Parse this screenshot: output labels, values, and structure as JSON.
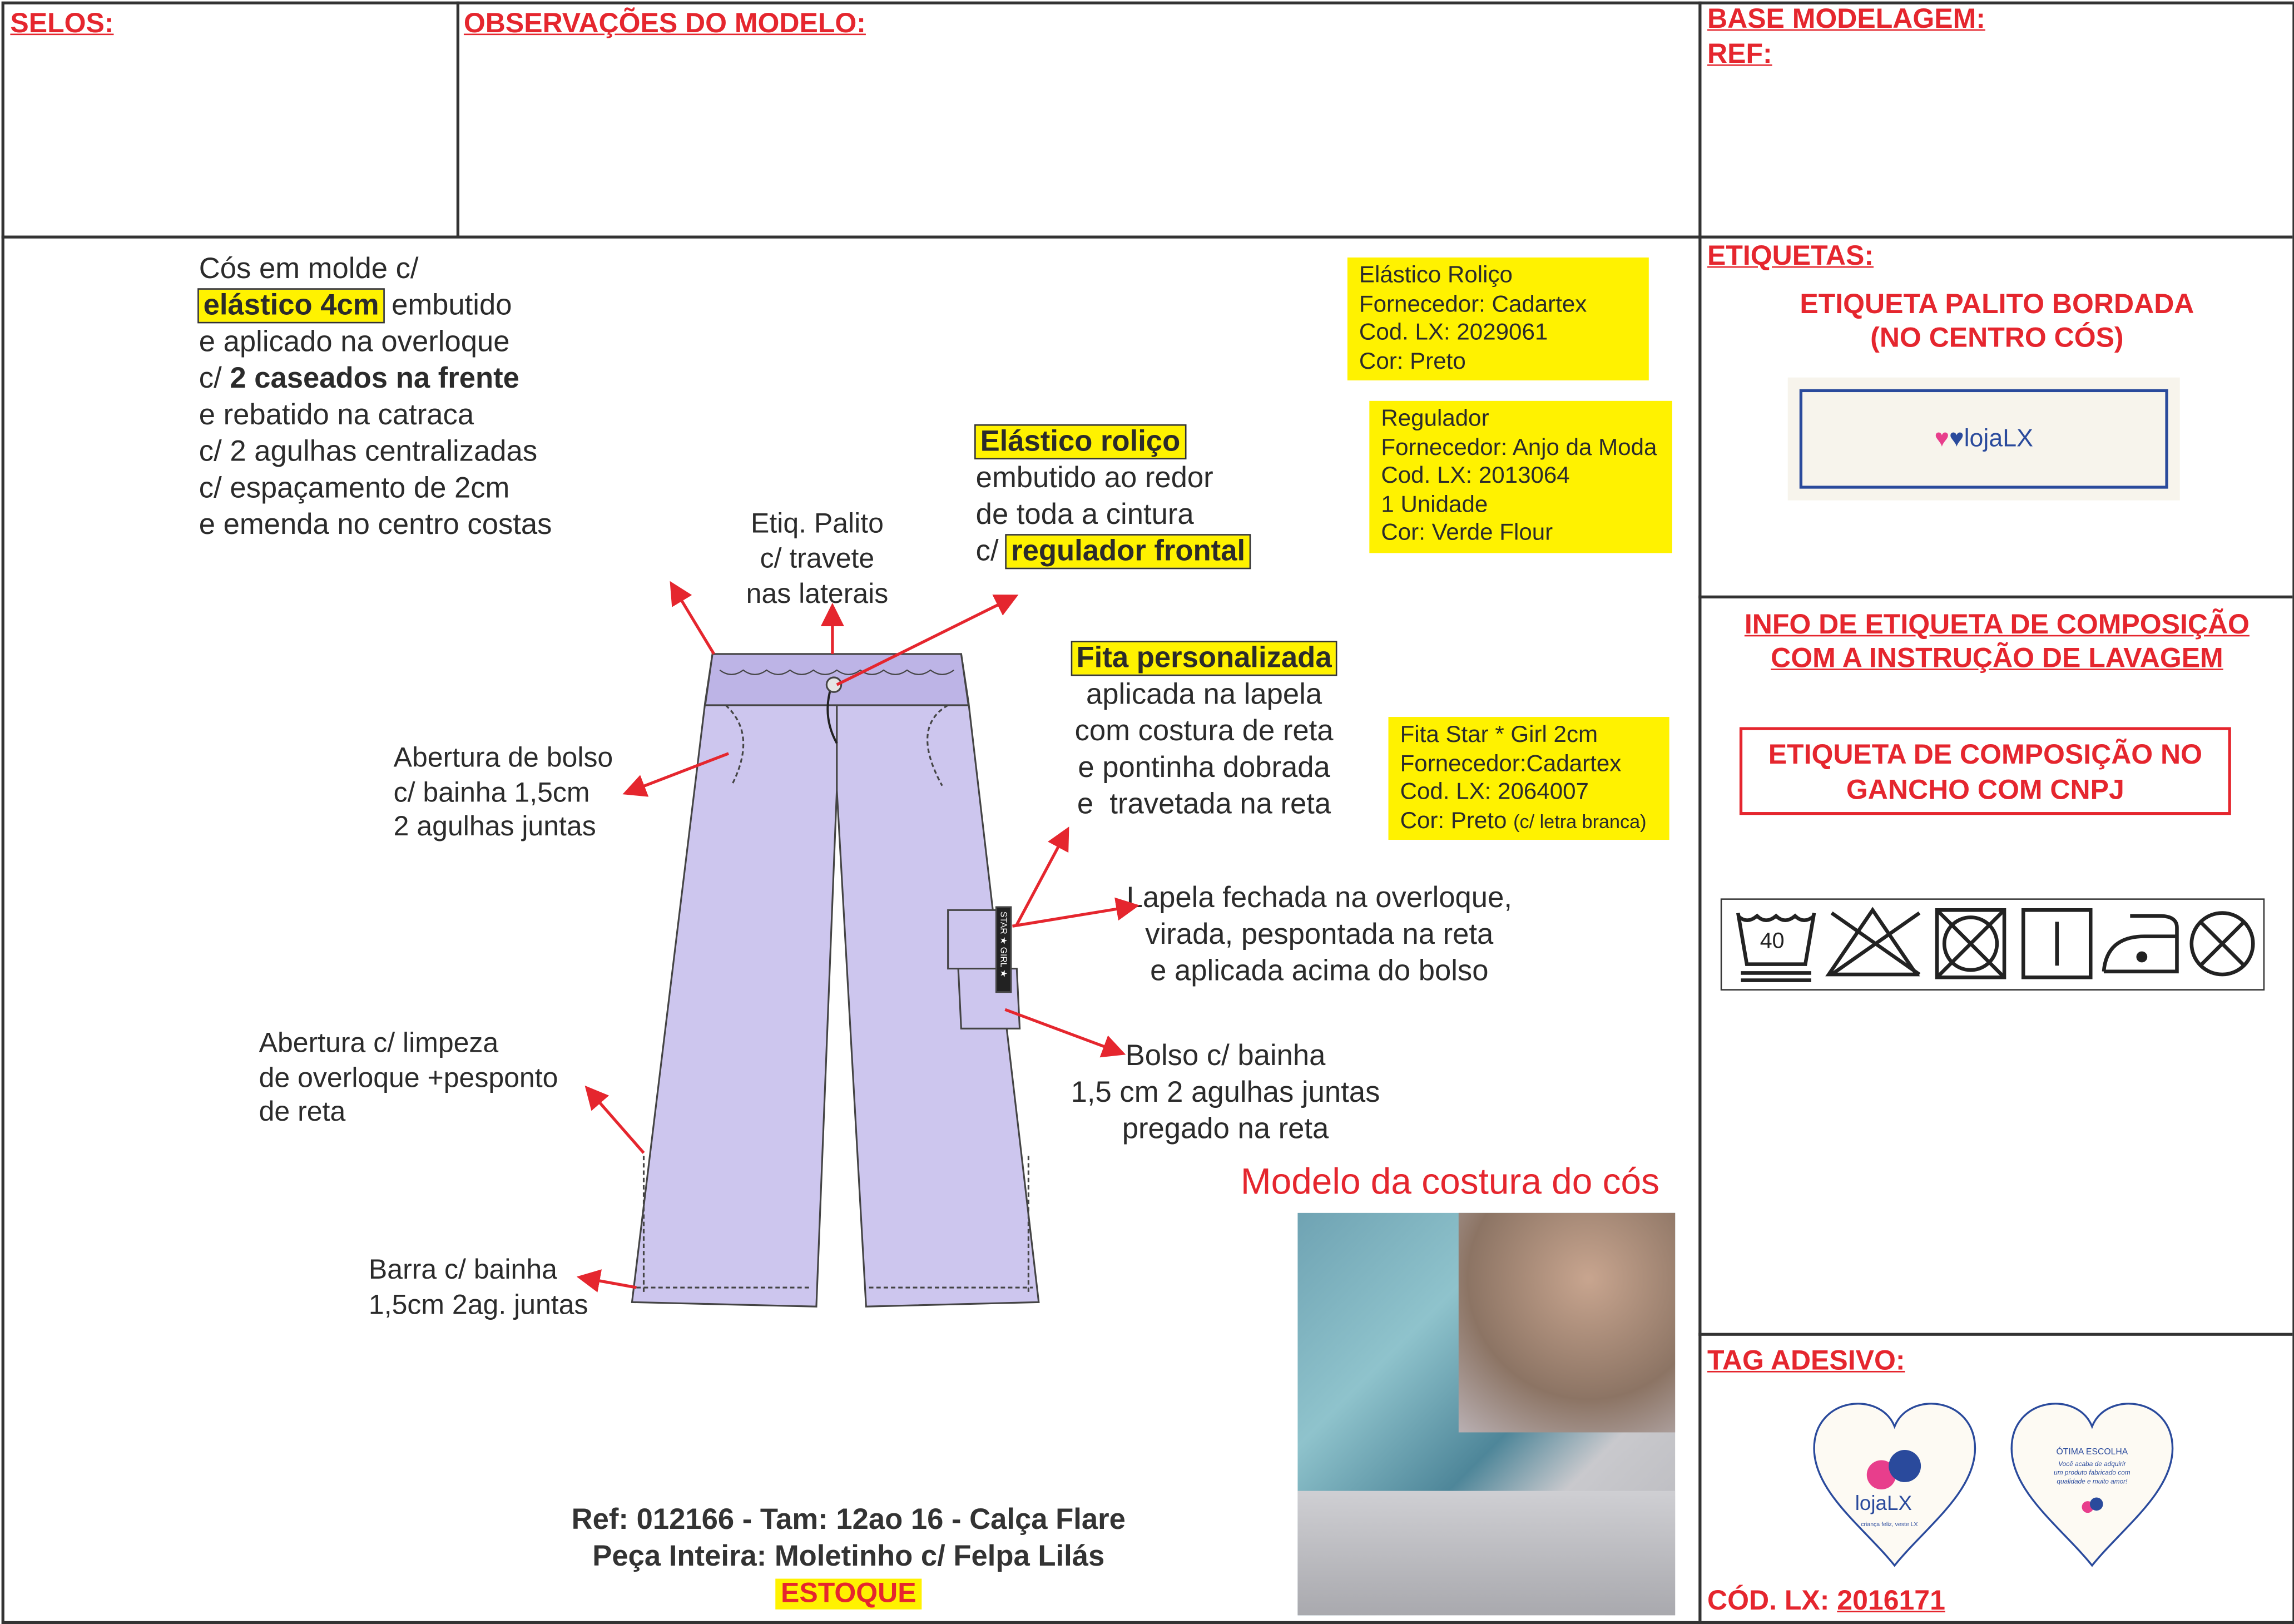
{
  "header": {
    "selos": "SELOS:",
    "observacoes": "OBSERVAÇÕES DO MODELO:",
    "base_modelagem": "BASE MODELAGEM:",
    "ref": "REF:"
  },
  "notes": {
    "cos": {
      "l1": "Cós em molde c/",
      "l2_hl": "elástico 4cm",
      "l2_rest": " embutido",
      "l3": "e aplicado na overloque",
      "l4_pre": "c/ ",
      "l4_bold": "2 caseados na frente",
      "l5": "e rebatido na catraca",
      "l6": "c/ 2 agulhas centralizadas",
      "l7": "c/ espaçamento de 2cm",
      "l8": "e emenda no centro costas"
    },
    "etiq_palito": "Etiq. Palito\nc/ travete\nnas laterais",
    "elastico": {
      "hl": "Elástico roliço",
      "l2": "embutido ao redor",
      "l3": "de toda a cintura",
      "l4_pre": "c/ ",
      "l4_hl": "regulador frontal"
    },
    "fita": {
      "hl": "Fita personalizada",
      "rest": "aplicada na lapela\ncom costura de reta\ne pontinha dobrada\ne  travetada na reta"
    },
    "abertura_bolso": "Abertura de bolso\nc/ bainha 1,5cm\n2 agulhas juntas",
    "lapela": "Lapela fechada na overloque,\nvirada, pespontada na reta\ne aplicada acima do bolso",
    "abertura_limpeza": "Abertura c/ limpeza\nde overloque +pesponto\nde reta",
    "bolso": "Bolso c/ bainha\n1,5 cm 2 agulhas juntas\npregado na reta",
    "barra": "Barra c/ bainha\n1,5cm 2ag. juntas"
  },
  "suppliers": {
    "elastico": "Elástico Roliço\nFornecedor: Cadartex\nCod. LX: 2029061\nCor: Preto",
    "regulador": "Regulador\nFornecedor: Anjo da Moda\nCod. LX: 2013064\n1 Unidade\nCor: Verde Flour",
    "fita": "Fita Star * Girl 2cm\nFornecedor:Cadartex\nCod. LX: 2064007\nCor: Preto ",
    "fita_small": "(c/ letra branca)"
  },
  "pocket_tape": "STAR ★ GIRL ★",
  "model_title": "Modelo da costura do cós",
  "footer": {
    "l1": "Ref: 012166 - Tam: 12ao 16 - Calça Flare",
    "l2": "Peça Inteira: Moletinho c/ Felpa Lilás",
    "badge": "ESTOQUE"
  },
  "right": {
    "etiquetas": "ETIQUETAS:",
    "etiqueta_palito": "ETIQUETA PALITO BORDADA\n(NO CENTRO CÓS)",
    "logo": "lojaLX",
    "info_comp": "INFO DE ETIQUETA DE COMPOSIÇÃO\nCOM A INSTRUÇÃO DE LAVAGEM",
    "comp_box": "ETIQUETA DE COMPOSIÇÃO NO\nGANCHO COM CNPJ",
    "wash_temp": "40",
    "tag_adesivo": "TAG ADESIVO:",
    "tag_back": {
      "title": "ÓTIMA ESCOLHA",
      "body": "Você acaba de adquirir\num produto fabricado com\nqualidade e muito amor!"
    },
    "tag_slogan": "criança feliz, veste LX",
    "cod_label": "CÓD. LX: ",
    "cod_value": "2016171"
  },
  "colors": {
    "red": "#e5262e",
    "yellow": "#fff200",
    "lilac": "#cdc6ee",
    "navy": "#2a4a9c",
    "pink": "#e83e8c"
  }
}
